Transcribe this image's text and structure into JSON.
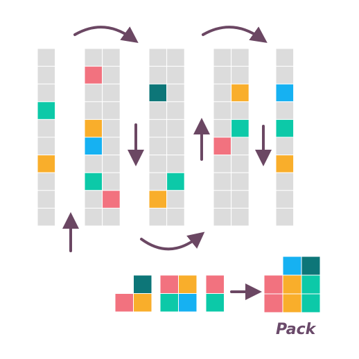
{
  "colors": {
    "empty": "#dcdcdc",
    "grid_line": "#ffffff",
    "arrow": "#6b4763",
    "teal": "#0cc9a8",
    "orange": "#f9ae2b",
    "red": "#f2727f",
    "blue": "#16b1f2",
    "dark_teal": "#0d7678"
  },
  "columns": [
    {
      "id": "col-1",
      "width_cells": 1,
      "rows": 10,
      "filled": [
        {
          "row": 3,
          "col": 0,
          "color": "teal"
        },
        {
          "row": 6,
          "col": 0,
          "color": "orange"
        }
      ]
    },
    {
      "id": "col-2",
      "width_cells": 2,
      "rows": 10,
      "filled": [
        {
          "row": 1,
          "col": 0,
          "color": "red"
        },
        {
          "row": 4,
          "col": 0,
          "color": "orange"
        },
        {
          "row": 5,
          "col": 0,
          "color": "blue"
        },
        {
          "row": 7,
          "col": 0,
          "color": "teal"
        },
        {
          "row": 8,
          "col": 1,
          "color": "red"
        }
      ]
    },
    {
      "id": "col-3",
      "width_cells": 2,
      "rows": 10,
      "filled": [
        {
          "row": 2,
          "col": 0,
          "color": "dark_teal"
        },
        {
          "row": 7,
          "col": 1,
          "color": "teal"
        },
        {
          "row": 8,
          "col": 0,
          "color": "orange"
        }
      ]
    },
    {
      "id": "col-4",
      "width_cells": 2,
      "rows": 10,
      "filled": [
        {
          "row": 2,
          "col": 1,
          "color": "orange"
        },
        {
          "row": 4,
          "col": 1,
          "color": "teal"
        },
        {
          "row": 5,
          "col": 0,
          "color": "red"
        }
      ]
    },
    {
      "id": "col-5",
      "width_cells": 1,
      "rows": 10,
      "filled": [
        {
          "row": 2,
          "col": 0,
          "color": "blue"
        },
        {
          "row": 4,
          "col": 0,
          "color": "teal"
        },
        {
          "row": 6,
          "col": 0,
          "color": "orange"
        }
      ]
    }
  ],
  "pieces": [
    {
      "id": "piece-1",
      "cells": [
        {
          "row": 0,
          "col": 1,
          "color": "dark_teal"
        },
        {
          "row": 1,
          "col": 0,
          "color": "red"
        },
        {
          "row": 1,
          "col": 1,
          "color": "orange"
        }
      ]
    },
    {
      "id": "piece-2",
      "cells": [
        {
          "row": 0,
          "col": 0,
          "color": "red"
        },
        {
          "row": 0,
          "col": 1,
          "color": "orange"
        },
        {
          "row": 1,
          "col": 0,
          "color": "teal"
        },
        {
          "row": 1,
          "col": 1,
          "color": "blue"
        }
      ]
    },
    {
      "id": "piece-3",
      "cells": [
        {
          "row": 0,
          "col": 0,
          "color": "red"
        },
        {
          "row": 1,
          "col": 0,
          "color": "teal"
        }
      ]
    }
  ],
  "packed": {
    "cells": [
      {
        "row": 0,
        "col": 1,
        "color": "blue"
      },
      {
        "row": 0,
        "col": 2,
        "color": "dark_teal"
      },
      {
        "row": 1,
        "col": 0,
        "color": "red"
      },
      {
        "row": 1,
        "col": 1,
        "color": "orange"
      },
      {
        "row": 1,
        "col": 2,
        "color": "teal"
      },
      {
        "row": 2,
        "col": 0,
        "color": "red"
      },
      {
        "row": 2,
        "col": 1,
        "color": "orange"
      },
      {
        "row": 2,
        "col": 2,
        "color": "teal"
      }
    ]
  },
  "labels": {
    "pack": "Pack"
  }
}
